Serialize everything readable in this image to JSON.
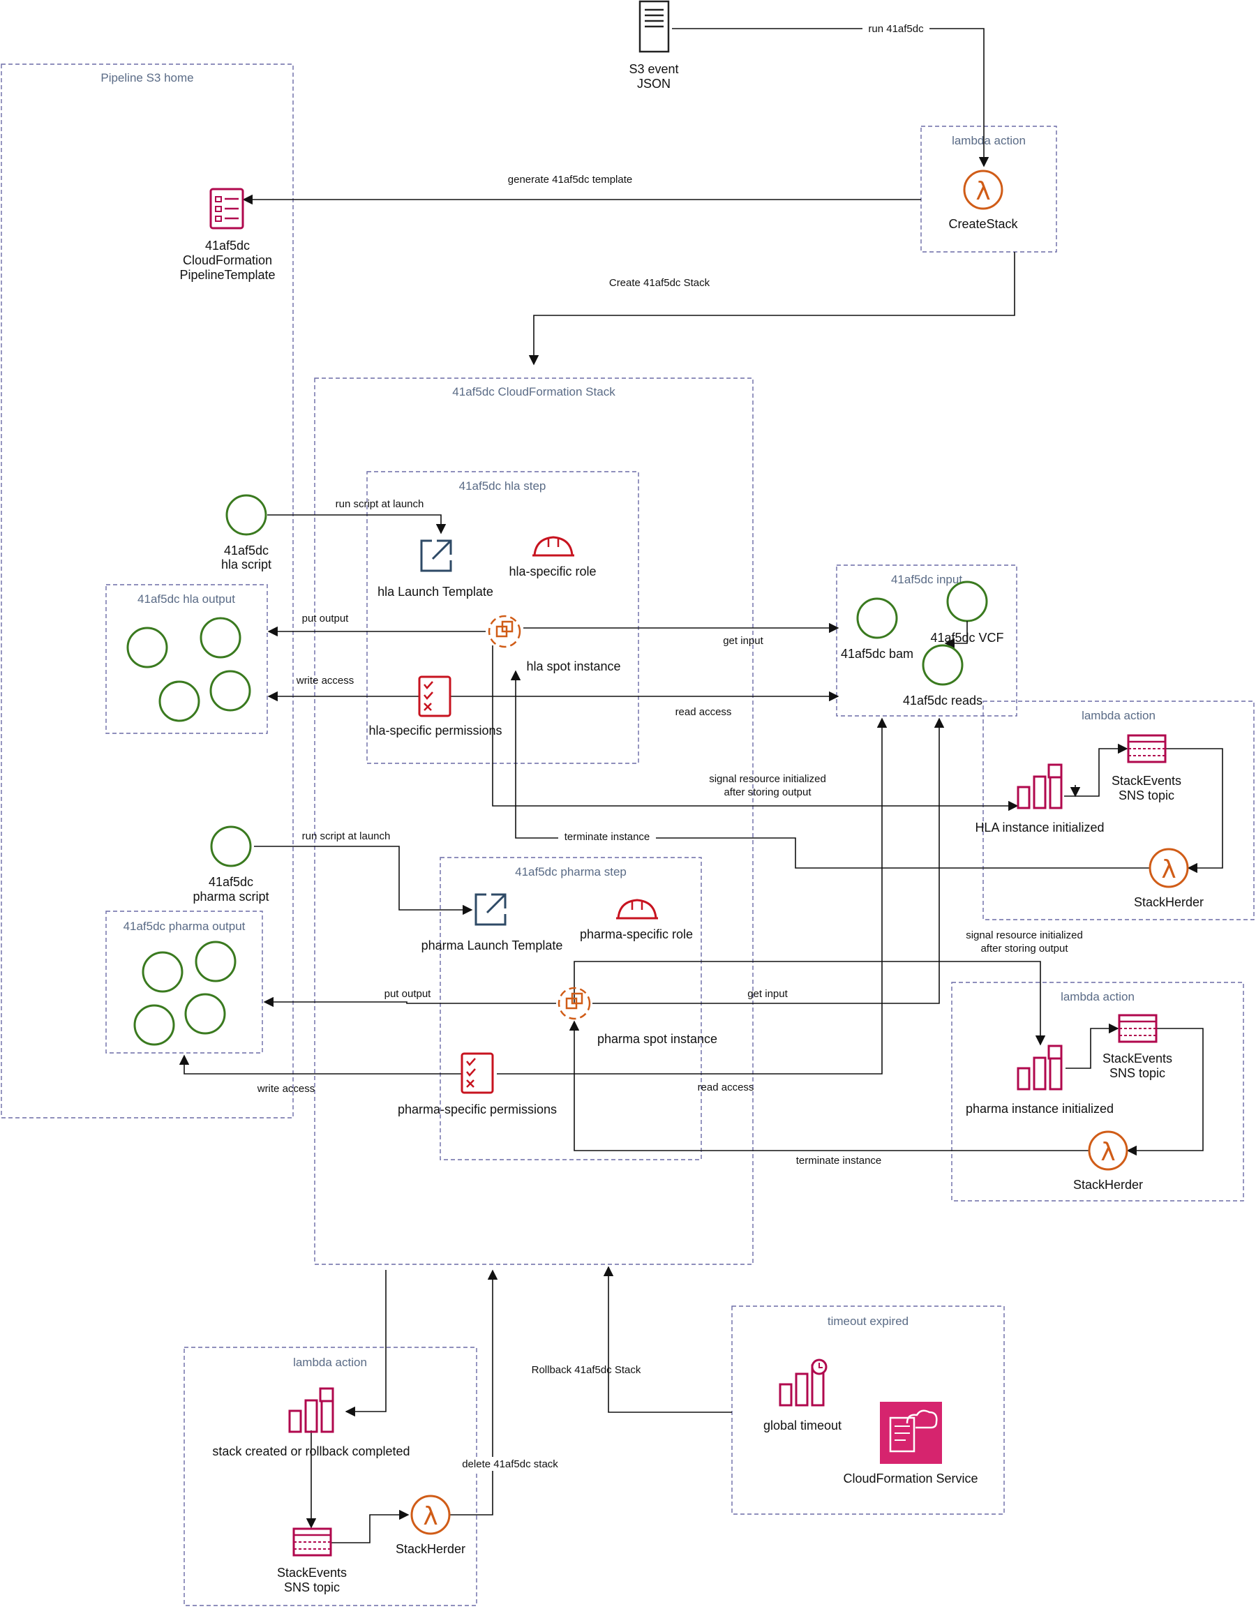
{
  "groups": {
    "s3_home": "Pipeline S3 home",
    "lambda_create": "lambda action",
    "stack": "41af5dc CloudFormation Stack",
    "hla_step": "41af5dc hla step",
    "hla_output": "41af5dc hla output",
    "input": "41af5dc input",
    "lambda_hla": "lambda action",
    "pharma_step": "41af5dc pharma step",
    "pharma_output": "41af5dc pharma output",
    "lambda_pharma": "lambda action",
    "lambda_bottom": "lambda action",
    "timeout": "timeout expired"
  },
  "nodes": {
    "s3_event": [
      "S3 event",
      "JSON"
    ],
    "create_stack": "CreateStack",
    "template": [
      "41af5dc",
      "CloudFormation",
      "PipelineTemplate"
    ],
    "hla_script": [
      "41af5dc",
      "hla script"
    ],
    "hla_launch_template": "hla Launch Template",
    "hla_role": "hla-specific role",
    "hla_spot": "hla spot instance",
    "hla_permissions": "hla-specific permissions",
    "input_bam": "41af5dc bam",
    "input_vcf": "41af5dc VCF",
    "input_reads": "41af5dc reads",
    "hla_initialized": "HLA instance initialized",
    "hla_sns": [
      "StackEvents",
      "SNS topic"
    ],
    "hla_herder": "StackHerder",
    "pharma_script": [
      "41af5dc",
      "pharma script"
    ],
    "pharma_launch_template": "pharma Launch Template",
    "pharma_role": "pharma-specific role",
    "pharma_spot": "pharma spot instance",
    "pharma_permissions": "pharma-specific permissions",
    "pharma_initialized": "pharma instance initialized",
    "pharma_sns": [
      "StackEvents",
      "SNS topic"
    ],
    "pharma_herder": "StackHerder",
    "stack_created": "stack created or rollback completed",
    "bottom_sns": [
      "StackEvents",
      "SNS topic"
    ],
    "bottom_herder": "StackHerder",
    "global_timeout": "global timeout",
    "cfn_service": "CloudFormation Service"
  },
  "edges": {
    "run": "run 41af5dc",
    "generate": "generate 41af5dc template",
    "create": "Create 41af5dc Stack",
    "hla_run_script": "run script at launch",
    "hla_put_output": "put output",
    "hla_get_input": "get input",
    "hla_write_access": "write access",
    "hla_read_access": "read access",
    "hla_signal": [
      "signal resource initialized",
      "after storing output"
    ],
    "hla_terminate": "terminate instance",
    "pharma_run_script": "run script at launch",
    "pharma_signal": [
      "signal resource initialized",
      "after storing output"
    ],
    "pharma_put_output": "put output",
    "pharma_get_input": "get input",
    "pharma_write_access": "write access",
    "pharma_read_access": "read access",
    "pharma_terminate": "terminate instance",
    "rollback": "Rollback 41af5dc Stack",
    "delete": "delete 41af5dc stack"
  },
  "colors": {
    "group_border": "#6a6aa6",
    "group_title": "#5a6b86",
    "lambda_orange": "#d05c17",
    "sns_pink": "#b0084d",
    "bucket_green": "#3a7a1f",
    "launch_template_blue": "#2e4a66",
    "role_red": "#c7131f",
    "cfn_service_fill": "#d6246e"
  }
}
